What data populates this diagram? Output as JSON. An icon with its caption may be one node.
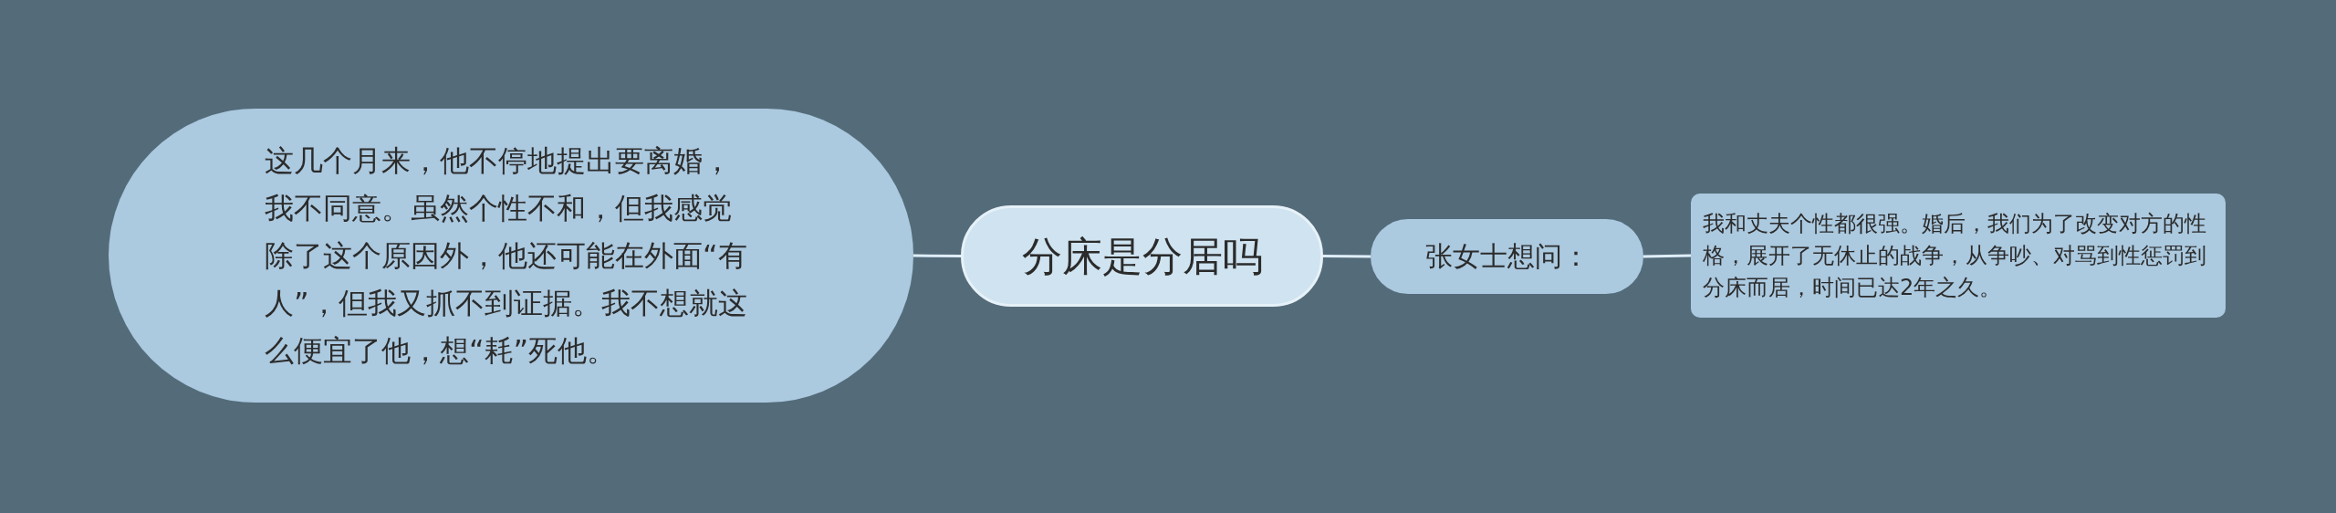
{
  "diagram": {
    "nodes": [
      {
        "text": [
          "这几个月来，他不停地提出要离婚，我不同意。虽然个性不和，但我感觉除了这个原因外，他还可能在外面“有人”，但我又抓不到证据。我不想就这么便宜了他，想“耗”死他。"
        ]
      },
      {
        "text": [
          "分床是分居吗"
        ]
      },
      {
        "text": [
          "张女士想问："
        ]
      },
      {
        "text": [
          "我和丈夫个性都很强。婚后，我们为了改变对方的性格，展开了无休止的战争，从争吵、对骂到性惩罚到分床而居，时间已达2年之久。"
        ]
      }
    ],
    "edges": [
      {
        "from": 1,
        "to": 0,
        "arrow": "none"
      },
      {
        "from": 1,
        "to": 2,
        "arrow": "none"
      },
      {
        "from": 2,
        "to": 3,
        "arrow": "none"
      }
    ]
  }
}
